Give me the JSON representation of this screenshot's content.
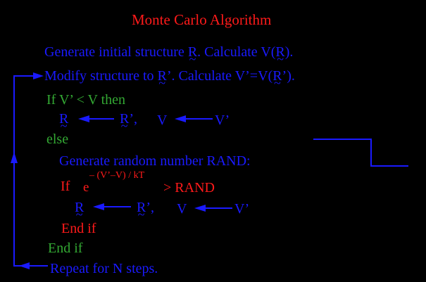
{
  "title": "Monte Carlo Algorithm",
  "tilde": "~",
  "line1": {
    "a": "Generate initial structure ",
    "r": "R",
    "b": ".  Calculate V(",
    "r2": "R",
    "c": ")."
  },
  "line2": {
    "a": "Modify structure to ",
    "r": "R",
    "b": "’.  Calculate V’=V(",
    "r2": "R",
    "c": "’)."
  },
  "if1": "If V’ < V then",
  "assign1": {
    "r": "R",
    "r2": "R",
    "rp": "’,",
    "v": "V",
    "vp": "V’"
  },
  "else": "else",
  "gen_rand": "Generate random number RAND:",
  "if2": {
    "if": "If",
    "e": "e",
    "exp": "– (V’–V) / kT",
    "gt": ">  RAND"
  },
  "assign2": {
    "r": "R",
    "r2": "R",
    "rp": "’,",
    "v": "V",
    "vp": "V’"
  },
  "endif_inner": "End if",
  "endif_outer": "End if",
  "repeat": "Repeat for N steps.",
  "colors": {
    "title": "#ff1a1a",
    "blue": "#1a1aff",
    "green": "#33a833",
    "background": "#000000"
  }
}
